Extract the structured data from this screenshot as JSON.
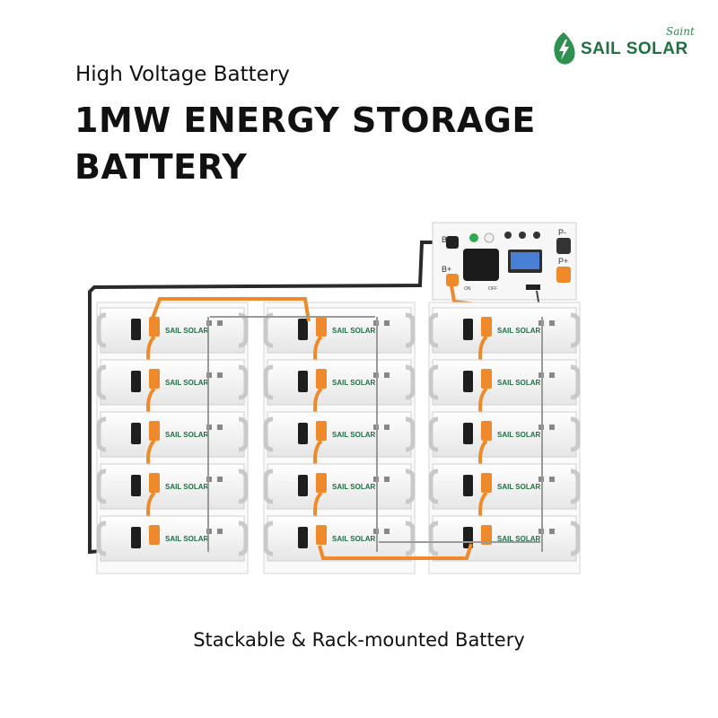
{
  "header": {
    "subtitle": "High Voltage Battery",
    "title": "1MW ENERGY STORAGE BATTERY"
  },
  "logo": {
    "name": "SAIL SOLAR",
    "script": "Saint",
    "icon": "leaf-bolt-icon"
  },
  "product": {
    "module_brand": "SAIL SOLAR",
    "terminal_b_minus": "B-",
    "terminal_b_plus": "B+",
    "terminal_p_minus": "P-",
    "terminal_p_plus": "P+",
    "switch_on": "ON",
    "switch_off": "OFF",
    "colors": {
      "cable": "#ef8a2c",
      "module": "#f3f3f3",
      "handle": "#c9c9c9",
      "brand": "#1f6f43",
      "screen": "#4a7fd6"
    }
  },
  "caption": "Stackable & Rack-mounted Battery"
}
